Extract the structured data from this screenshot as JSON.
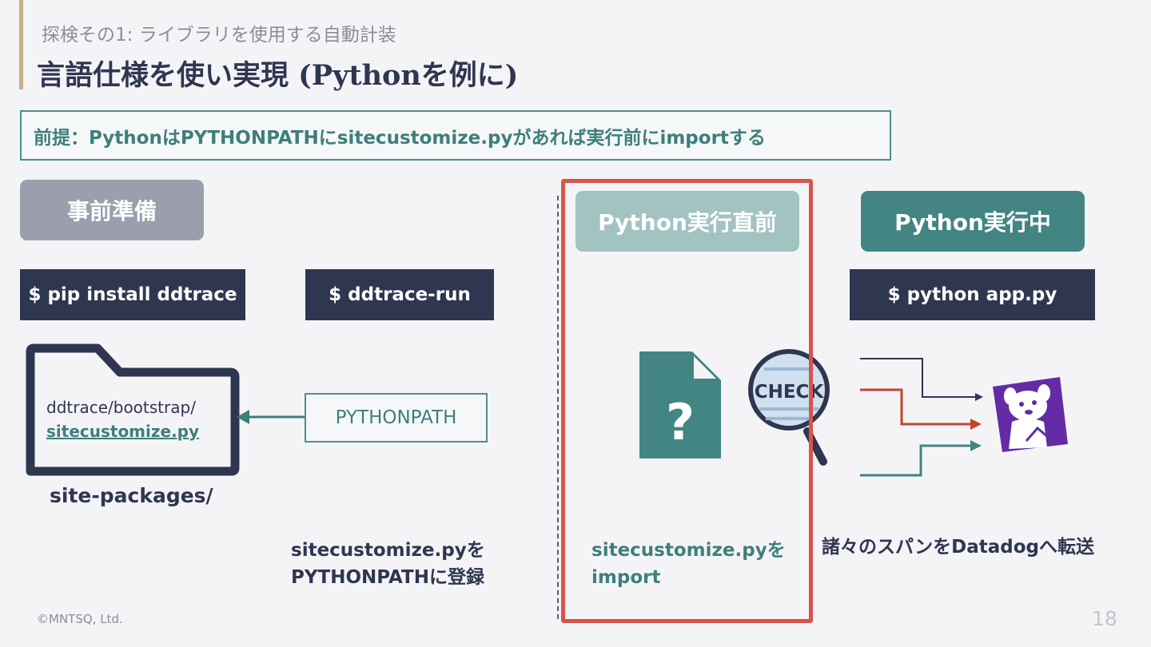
{
  "header": {
    "subtitle": "探検その1: ライブラリを使用する自動計装",
    "title": "言語仕様を使い実現 (Pythonを例に)"
  },
  "premise": "前提：PythonはPYTHONPATHにsitecustomize.pyがあれば実行前にimportする",
  "phases": {
    "prep": "事前準備",
    "before_run": "Python実行直前",
    "during_run": "Python実行中"
  },
  "commands": {
    "pip_install": "$ pip install ddtrace",
    "ddtrace_run": "$ ddtrace-run",
    "python_app": "$ python app.py"
  },
  "folder": {
    "path_line": "ddtrace/bootstrap/",
    "file_link": "sitecustomize.py",
    "label": "site-packages/"
  },
  "pythonpath_box": "PYTHONPATH",
  "captions": {
    "register_line1": "sitecustomize.pyを",
    "register_line2": "PYTHONPATHに登録",
    "import_line1": "sitecustomize.pyを",
    "import_line2": "import",
    "forward": "諸々のスパンをDatadogへ転送"
  },
  "icons": {
    "document": "question-document-icon",
    "magnifier": "check-magnifier-icon",
    "magnifier_text": "CHECK",
    "datadog": "datadog-logo-icon"
  },
  "colors": {
    "navy": "#2f3650",
    "teal": "#428583",
    "red": "#d9534a",
    "purple": "#632ca6"
  },
  "footer": {
    "copyright": "©MNTSQ, Ltd.",
    "page": "18"
  }
}
